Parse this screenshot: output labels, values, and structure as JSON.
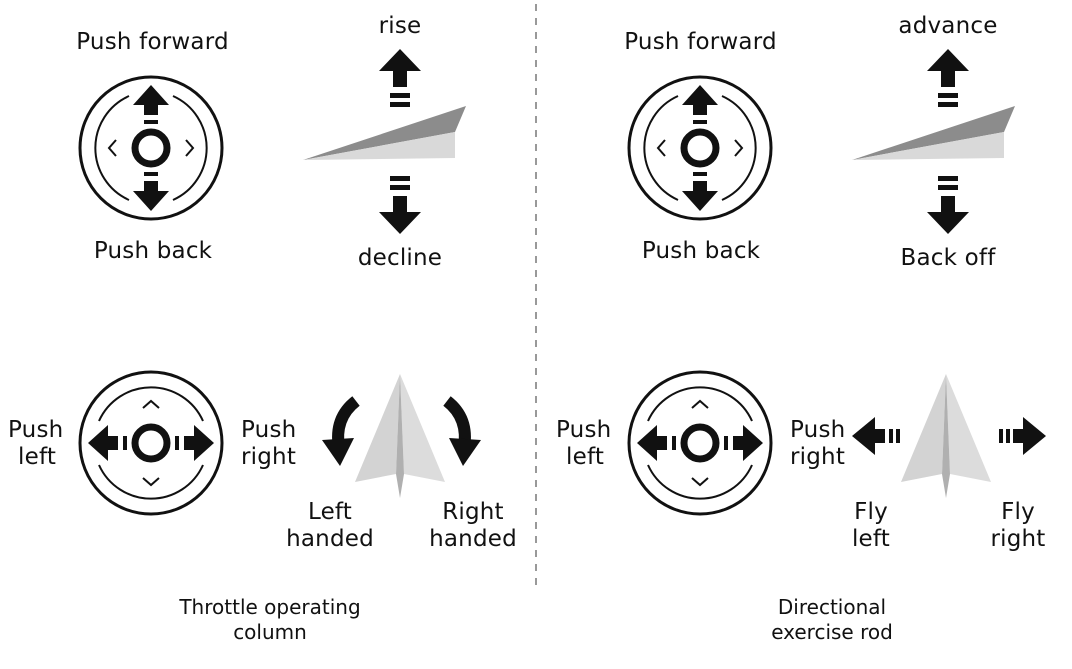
{
  "left_panel": {
    "caption": [
      "Throttle operating",
      "column"
    ],
    "top": {
      "stick_up": "Push forward",
      "stick_down": "Push back",
      "plane_up": "rise",
      "plane_down": "decline"
    },
    "bottom": {
      "stick_left": [
        "Push",
        "left"
      ],
      "stick_right": [
        "Push",
        "right"
      ],
      "turn_left": [
        "Left",
        "handed"
      ],
      "turn_right": [
        "Right",
        "handed"
      ]
    }
  },
  "right_panel": {
    "caption": [
      "Directional",
      "exercise rod"
    ],
    "top": {
      "stick_up": "Push forward",
      "stick_down": "Push back",
      "plane_up": "advance",
      "plane_down": "Back off"
    },
    "bottom": {
      "stick_left": [
        "Push",
        "left"
      ],
      "stick_right": [
        "Push",
        "right"
      ],
      "fly_left": [
        "Fly",
        "left"
      ],
      "fly_right": [
        "Fly",
        "right"
      ]
    }
  },
  "colors": {
    "ink": "#111111",
    "plane_dark": "#8c8c8c",
    "plane_light": "#d9d9d9",
    "divider": "#999999"
  }
}
